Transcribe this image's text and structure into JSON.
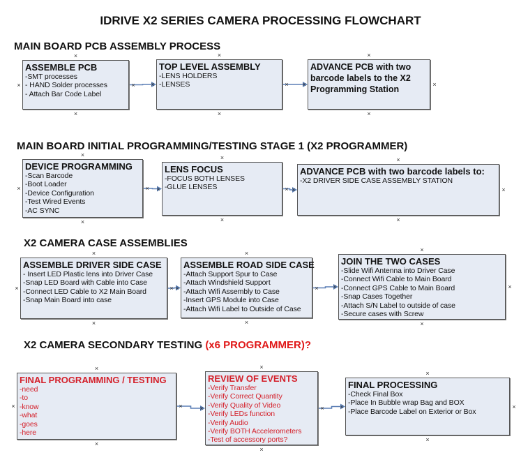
{
  "title": "IDRIVE X2  SERIES CAMERA PROCESSING FLOWCHART",
  "colors": {
    "box_fill": "#e6ebf4",
    "box_border": "#555555",
    "arrow": "#5b7fb5",
    "highlight": "#e01818"
  },
  "sections": [
    {
      "heading": "MAIN BOARD PCB ASSEMBLY PROCESS",
      "heading_red": "",
      "boxes": [
        {
          "title": "ASSEMBLE PCB",
          "items": [
            " -SMT processes",
            "- HAND Solder processes",
            "- Attach Bar Code Label"
          ],
          "red": false
        },
        {
          "title": "TOP LEVEL ASSEMBLY",
          "items": [
            "-LENS HOLDERS",
            "-LENSES"
          ],
          "red": false
        },
        {
          "title": "ADVANCE PCB with two barcode labels to the X2 Programming Station",
          "items": [],
          "red": false
        }
      ]
    },
    {
      "heading": "MAIN BOARD INITIAL PROGRAMMING/TESTING STAGE 1 (X2 PROGRAMMER)",
      "heading_red": "",
      "boxes": [
        {
          "title": "DEVICE PROGRAMMING",
          "items": [
            "-Scan Barcode",
            "-Boot Loader",
            "-Device Configuration",
            "-Test Wired Events",
            "-AC SYNC"
          ],
          "red": false
        },
        {
          "title": "LENS FOCUS",
          "items": [
            "-FOCUS BOTH LENSES",
            "-GLUE LENSES"
          ],
          "red": false
        },
        {
          "title": "ADVANCE PCB with two barcode labels to:",
          "items": [
            "-X2 DRIVER  SIDE  CASE  ASSEMBLY STATION"
          ],
          "red": false
        }
      ]
    },
    {
      "heading": "X2 CAMERA CASE ASSEMBLIES",
      "heading_red": "",
      "boxes": [
        {
          "title": "ASSEMBLE DRIVER SIDE CASE",
          "items": [
            "- Insert LED Plastic lens into Driver Case",
            "-Snap LED Board with Cable into Case",
            "-Connect LED Cable to X2 Main Board",
            "-Snap Main Board into case"
          ],
          "red": false
        },
        {
          "title": "ASSEMBLE ROAD SIDE CASE",
          "items": [
            "-Attach Support Spur to Case",
            "-Attach Windshield Support",
            "-Attach Wifi Assembly to Case",
            "-Insert GPS Module into Case",
            "-Attach Wifi Label to Outside of Case"
          ],
          "red": false
        },
        {
          "title": "JOIN THE TWO CASES",
          "items": [
            "-Slide Wifi Antenna into Driver Case",
            "-Connect Wifi Cable to Main Board",
            "-Connect GPS Cable to Main Board",
            "-Snap Cases Together",
            "-Attach S/N Label to outside of case",
            "-Secure cases with Screw"
          ],
          "red": false
        }
      ]
    },
    {
      "heading": "X2 CAMERA SECONDARY TESTING  ",
      "heading_red": "(x6 PROGRAMMER)?",
      "boxes": [
        {
          "title": "FINAL PROGRAMMING / TESTING",
          "items": [
            "-need",
            "-to",
            "-know",
            "-what",
            "-goes",
            "-here"
          ],
          "red": true
        },
        {
          "title": "REVIEW OF EVENTS",
          "items": [
            "-Verify Transfer",
            "-Verify Correct Quantity",
            "-Verify Quality of Video",
            "-Verify LEDs function",
            "-Verify Audio",
            "-Verify BOTH Accelerometers",
            "-Test of accessory ports?"
          ],
          "red": true
        },
        {
          "title": "FINAL PROCESSING",
          "items": [
            " -Check Final Box",
            "-Place In Bubble wrap Bag and BOX",
            "-Place Barcode Label on Exterior or Box"
          ],
          "red": false
        }
      ]
    }
  ]
}
